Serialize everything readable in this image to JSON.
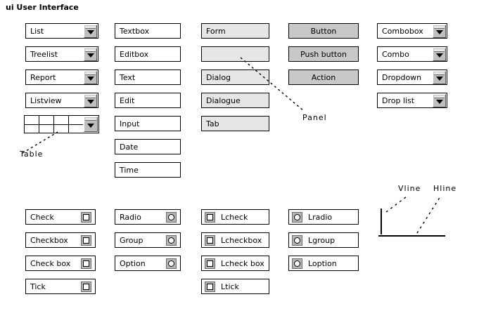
{
  "page": {
    "title": "ui User Interface"
  },
  "columns": {
    "dropdown_list": {
      "name": "dropdown-list-column",
      "items": [
        {
          "label": "List",
          "kind": "dropdown"
        },
        {
          "label": "Treelist",
          "kind": "dropdown"
        },
        {
          "label": "Report",
          "kind": "dropdown"
        },
        {
          "label": "Listview",
          "kind": "dropdown"
        },
        {
          "label": "",
          "kind": "table",
          "rows": 2,
          "cols": 4
        }
      ]
    },
    "textbox": {
      "name": "textbox-column",
      "items": [
        {
          "label": "Textbox",
          "kind": "textbox"
        },
        {
          "label": "Editbox",
          "kind": "textbox"
        },
        {
          "label": "Text",
          "kind": "textbox"
        },
        {
          "label": "Edit",
          "kind": "textbox"
        },
        {
          "label": "Input",
          "kind": "textbox"
        },
        {
          "label": "Date",
          "kind": "textbox"
        },
        {
          "label": "Time",
          "kind": "textbox"
        }
      ]
    },
    "panel": {
      "name": "panel-column",
      "items": [
        {
          "label": "Form",
          "kind": "panel"
        },
        {
          "label": "",
          "kind": "panel"
        },
        {
          "label": "Dialog",
          "kind": "panel"
        },
        {
          "label": "Dialogue",
          "kind": "panel"
        },
        {
          "label": "Tab",
          "kind": "panel"
        }
      ]
    },
    "button": {
      "name": "button-column",
      "items": [
        {
          "label": "Button",
          "kind": "button"
        },
        {
          "label": "Push button",
          "kind": "button"
        },
        {
          "label": "Action",
          "kind": "button"
        }
      ]
    },
    "combobox": {
      "name": "combobox-column",
      "items": [
        {
          "label": "Combobox",
          "kind": "dropdown"
        },
        {
          "label": "Combo",
          "kind": "dropdown"
        },
        {
          "label": "Dropdown",
          "kind": "dropdown"
        },
        {
          "label": "Drop list",
          "kind": "dropdown"
        }
      ]
    },
    "check": {
      "name": "check-column",
      "items": [
        {
          "label": "Check",
          "kind": "checkbox-right"
        },
        {
          "label": "Checkbox",
          "kind": "checkbox-right"
        },
        {
          "label": "Check box",
          "kind": "checkbox-right"
        },
        {
          "label": "Tick",
          "kind": "checkbox-right"
        }
      ]
    },
    "radio": {
      "name": "radio-column",
      "items": [
        {
          "label": "Radio",
          "kind": "radio-right"
        },
        {
          "label": "Group",
          "kind": "radio-right"
        },
        {
          "label": "Option",
          "kind": "radio-right"
        }
      ]
    },
    "lcheck": {
      "name": "lcheck-column",
      "items": [
        {
          "label": "Lcheck",
          "kind": "checkbox-left"
        },
        {
          "label": "Lcheckbox",
          "kind": "checkbox-left"
        },
        {
          "label": "Lcheck box",
          "kind": "checkbox-left"
        },
        {
          "label": "Ltick",
          "kind": "checkbox-left"
        }
      ]
    },
    "lradio": {
      "name": "lradio-column",
      "items": [
        {
          "label": "Lradio",
          "kind": "radio-left"
        },
        {
          "label": "Lgroup",
          "kind": "radio-left"
        },
        {
          "label": "Loption",
          "kind": "radio-left"
        }
      ]
    }
  },
  "annotations": [
    {
      "name": "table-annotation",
      "label": "Table"
    },
    {
      "name": "panel-annotation",
      "label": "Panel"
    },
    {
      "name": "vline-annotation",
      "label": "Vline"
    },
    {
      "name": "hline-annotation",
      "label": "Hline"
    }
  ],
  "lines": [
    {
      "name": "vline-sample",
      "label": "Vline"
    },
    {
      "name": "hline-sample",
      "label": "Hline"
    }
  ],
  "colors": {
    "widget_border": "#000000",
    "widget_fill": "#ffffff",
    "panel_fill": "#e6e6e6",
    "button_fill": "#c8c8c8",
    "control_fill": "#b5b5b5",
    "background": "#ffffff"
  }
}
